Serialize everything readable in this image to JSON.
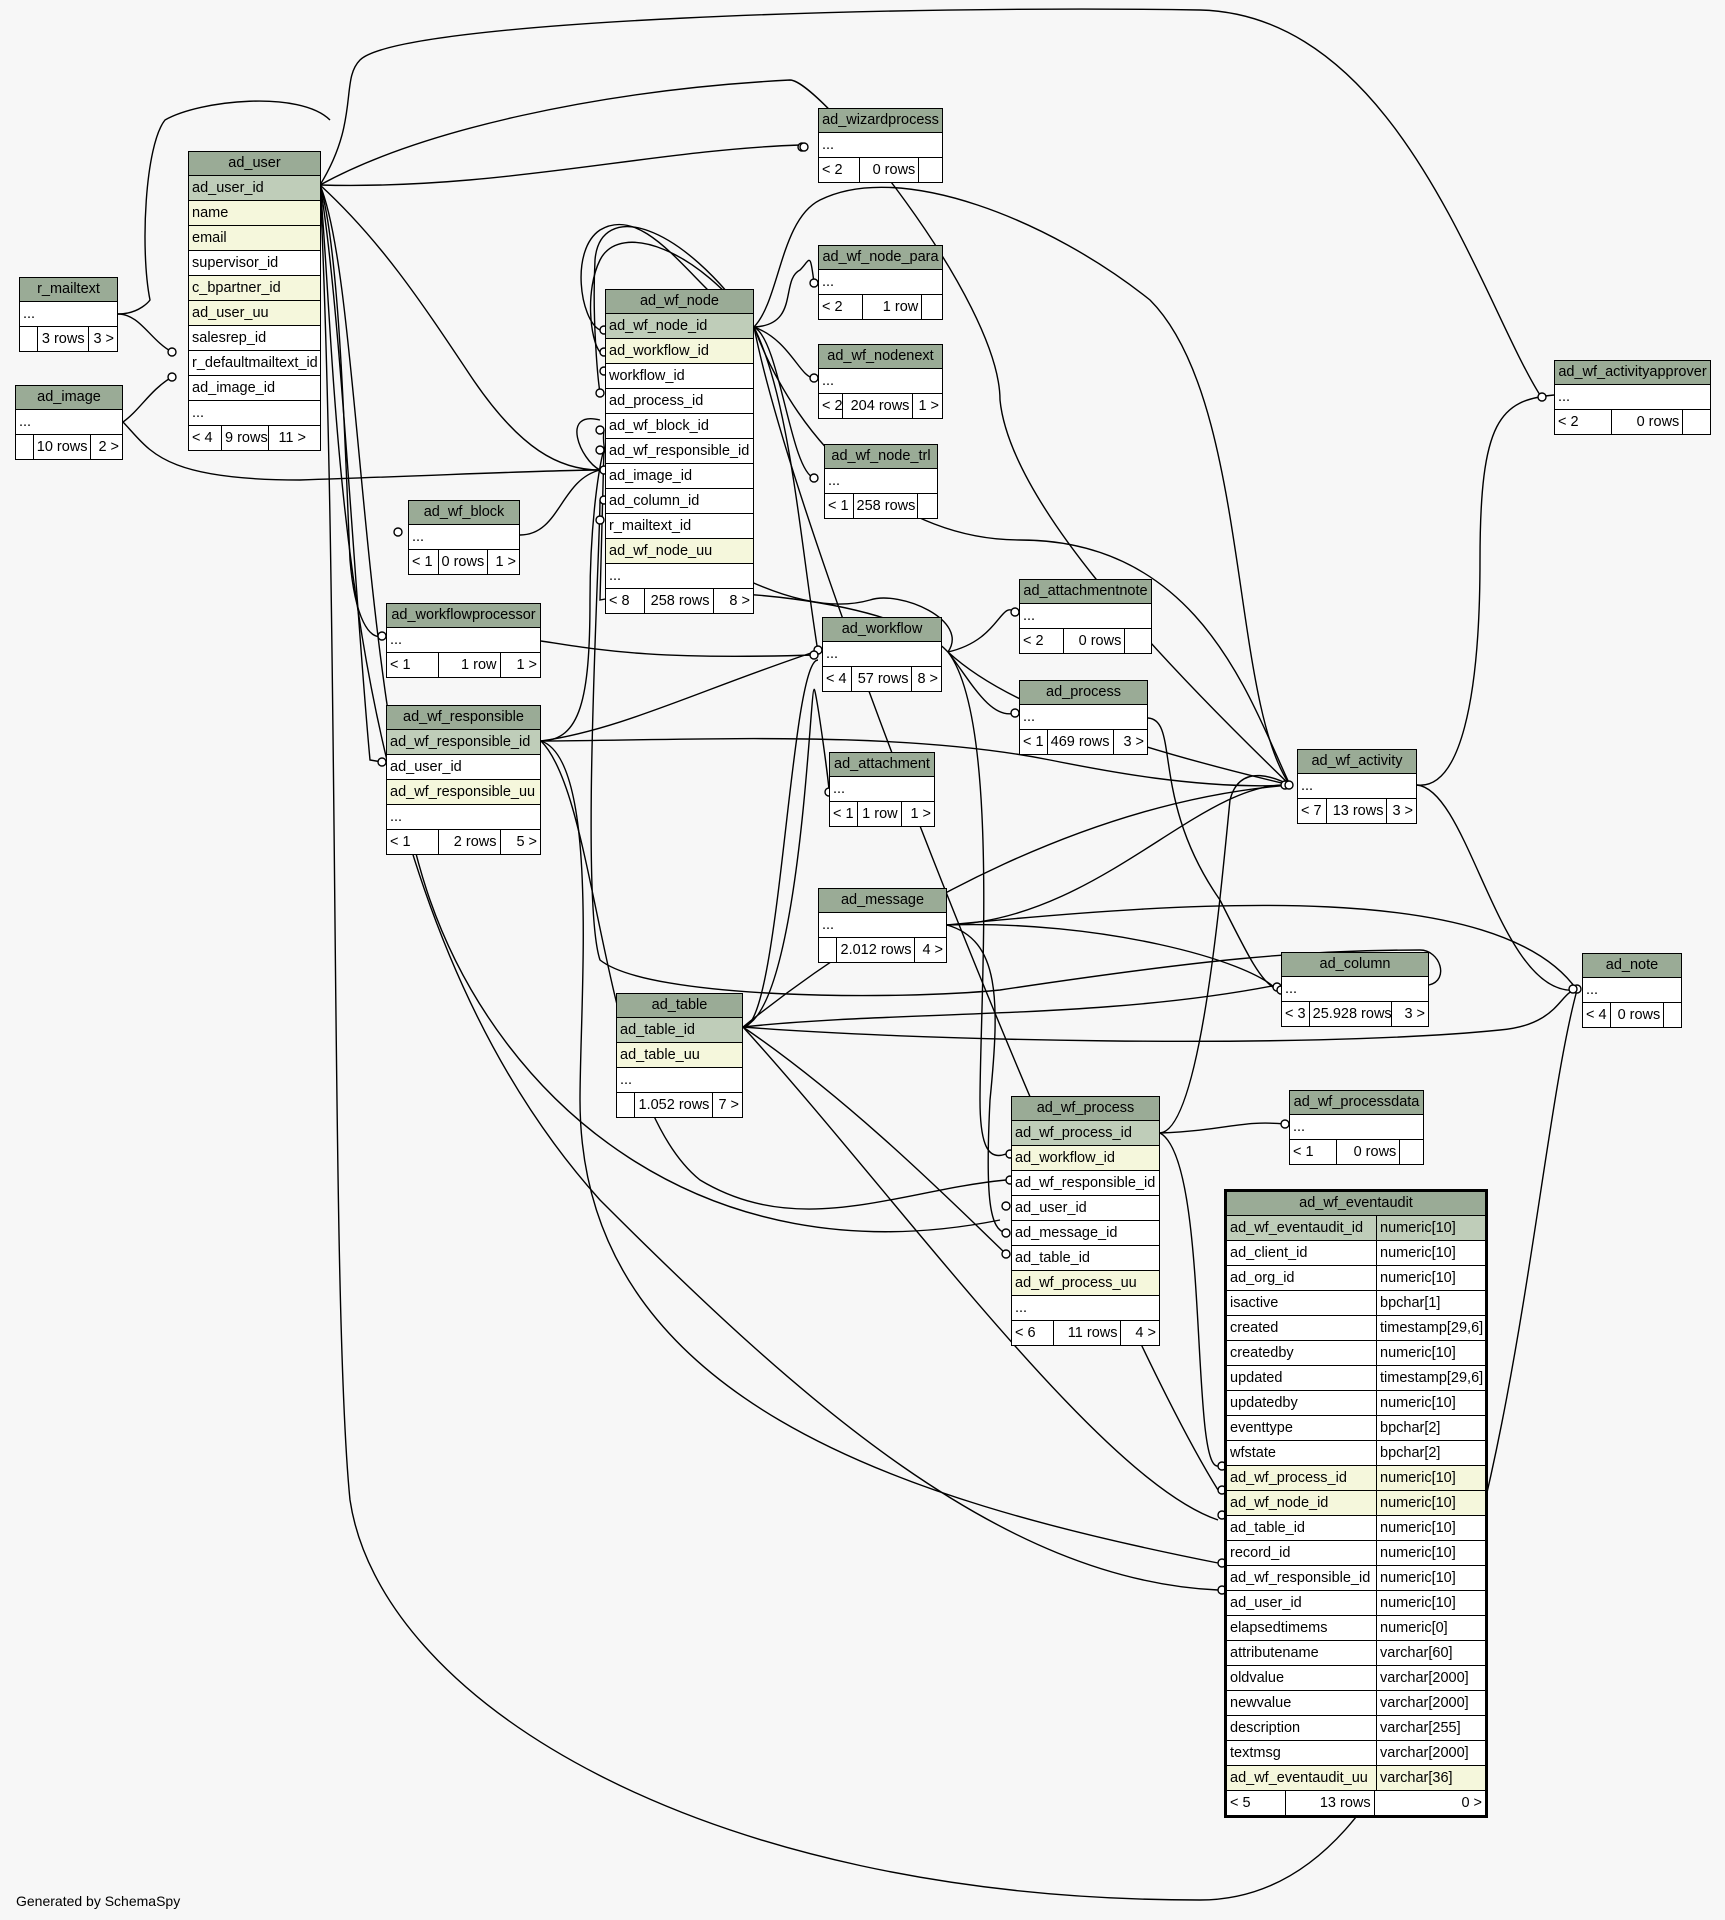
{
  "footer": "Generated by SchemaSpy",
  "tables": {
    "ad_user": {
      "name": "ad_user",
      "rows": [
        {
          "t": "ad_user_id",
          "k": "pk"
        },
        {
          "t": "name",
          "k": "idx"
        },
        {
          "t": "email",
          "k": "idx"
        },
        {
          "t": "supervisor_id",
          "k": ""
        },
        {
          "t": "c_bpartner_id",
          "k": "idx"
        },
        {
          "t": "ad_user_uu",
          "k": "idx"
        },
        {
          "t": "salesrep_id",
          "k": ""
        },
        {
          "t": "r_defaultmailtext_id",
          "k": ""
        },
        {
          "t": "ad_image_id",
          "k": ""
        },
        {
          "t": "...",
          "k": ""
        }
      ],
      "foot": [
        "< 4",
        "9 rows",
        "11 >"
      ]
    },
    "r_mailtext": {
      "name": "r_mailtext",
      "rows": [
        {
          "t": "...",
          "k": ""
        }
      ],
      "foot": [
        "",
        "3 rows",
        "3 >"
      ]
    },
    "ad_image": {
      "name": "ad_image",
      "rows": [
        {
          "t": "...",
          "k": ""
        }
      ],
      "foot": [
        "",
        "10 rows",
        "2 >"
      ]
    },
    "ad_wizardprocess": {
      "name": "ad_wizardprocess",
      "rows": [
        {
          "t": "...",
          "k": ""
        }
      ],
      "foot": [
        "< 2",
        "0 rows",
        ""
      ]
    },
    "ad_wf_node_para": {
      "name": "ad_wf_node_para",
      "rows": [
        {
          "t": "...",
          "k": ""
        }
      ],
      "foot": [
        "< 2",
        "1 row",
        ""
      ]
    },
    "ad_wf_nodenext": {
      "name": "ad_wf_nodenext",
      "rows": [
        {
          "t": "...",
          "k": ""
        }
      ],
      "foot": [
        "< 2",
        "204 rows",
        "1 >"
      ]
    },
    "ad_wf_node_trl": {
      "name": "ad_wf_node_trl",
      "rows": [
        {
          "t": "...",
          "k": ""
        }
      ],
      "foot": [
        "< 1",
        "258 rows",
        ""
      ]
    },
    "ad_wf_node": {
      "name": "ad_wf_node",
      "rows": [
        {
          "t": "ad_wf_node_id",
          "k": "pk"
        },
        {
          "t": "ad_workflow_id",
          "k": "idx"
        },
        {
          "t": "workflow_id",
          "k": ""
        },
        {
          "t": "ad_process_id",
          "k": ""
        },
        {
          "t": "ad_wf_block_id",
          "k": ""
        },
        {
          "t": "ad_wf_responsible_id",
          "k": ""
        },
        {
          "t": "ad_image_id",
          "k": ""
        },
        {
          "t": "ad_column_id",
          "k": ""
        },
        {
          "t": "r_mailtext_id",
          "k": ""
        },
        {
          "t": "ad_wf_node_uu",
          "k": "idx"
        },
        {
          "t": "...",
          "k": ""
        }
      ],
      "foot": [
        "< 8",
        "258 rows",
        "8 >"
      ]
    },
    "ad_wf_block": {
      "name": "ad_wf_block",
      "rows": [
        {
          "t": "...",
          "k": ""
        }
      ],
      "foot": [
        "< 1",
        "0 rows",
        "1 >"
      ]
    },
    "ad_workflowprocessor": {
      "name": "ad_workflowprocessor",
      "rows": [
        {
          "t": "...",
          "k": ""
        }
      ],
      "foot": [
        "< 1",
        "1 row",
        "1 >"
      ]
    },
    "ad_wf_responsible": {
      "name": "ad_wf_responsible",
      "rows": [
        {
          "t": "ad_wf_responsible_id",
          "k": "pk"
        },
        {
          "t": "ad_user_id",
          "k": ""
        },
        {
          "t": "ad_wf_responsible_uu",
          "k": "idx"
        },
        {
          "t": "...",
          "k": ""
        }
      ],
      "foot": [
        "< 1",
        "2 rows",
        "5 >"
      ]
    },
    "ad_workflow": {
      "name": "ad_workflow",
      "rows": [
        {
          "t": "...",
          "k": ""
        }
      ],
      "foot": [
        "< 4",
        "57 rows",
        "8 >"
      ]
    },
    "ad_attachmentnote": {
      "name": "ad_attachmentnote",
      "rows": [
        {
          "t": "...",
          "k": ""
        }
      ],
      "foot": [
        "< 2",
        "0 rows",
        ""
      ]
    },
    "ad_process": {
      "name": "ad_process",
      "rows": [
        {
          "t": "...",
          "k": ""
        }
      ],
      "foot": [
        "< 1",
        "469 rows",
        "3 >"
      ]
    },
    "ad_attachment": {
      "name": "ad_attachment",
      "rows": [
        {
          "t": "...",
          "k": ""
        }
      ],
      "foot": [
        "< 1",
        "1 row",
        "1 >"
      ]
    },
    "ad_wf_activityapprover": {
      "name": "ad_wf_activityapprover",
      "rows": [
        {
          "t": "...",
          "k": ""
        }
      ],
      "foot": [
        "< 2",
        "0 rows",
        ""
      ]
    },
    "ad_wf_activity": {
      "name": "ad_wf_activity",
      "rows": [
        {
          "t": "...",
          "k": ""
        }
      ],
      "foot": [
        "< 7",
        "13 rows",
        "3 >"
      ]
    },
    "ad_message": {
      "name": "ad_message",
      "rows": [
        {
          "t": "...",
          "k": ""
        }
      ],
      "foot": [
        "",
        "2.012 rows",
        "4 >"
      ]
    },
    "ad_column": {
      "name": "ad_column",
      "rows": [
        {
          "t": "...",
          "k": ""
        }
      ],
      "foot": [
        "< 3",
        "25.928 rows",
        "3 >"
      ]
    },
    "ad_note": {
      "name": "ad_note",
      "rows": [
        {
          "t": "...",
          "k": ""
        }
      ],
      "foot": [
        "< 4",
        "0 rows",
        ""
      ]
    },
    "ad_table": {
      "name": "ad_table",
      "rows": [
        {
          "t": "ad_table_id",
          "k": "pk"
        },
        {
          "t": "ad_table_uu",
          "k": "idx"
        },
        {
          "t": "...",
          "k": ""
        }
      ],
      "foot": [
        "",
        "1.052 rows",
        "7 >"
      ]
    },
    "ad_wf_process": {
      "name": "ad_wf_process",
      "rows": [
        {
          "t": "ad_wf_process_id",
          "k": "pk"
        },
        {
          "t": "ad_workflow_id",
          "k": "idx"
        },
        {
          "t": "ad_wf_responsible_id",
          "k": ""
        },
        {
          "t": "ad_user_id",
          "k": ""
        },
        {
          "t": "ad_message_id",
          "k": ""
        },
        {
          "t": "ad_table_id",
          "k": ""
        },
        {
          "t": "ad_wf_process_uu",
          "k": "idx"
        },
        {
          "t": "...",
          "k": ""
        }
      ],
      "foot": [
        "< 6",
        "11 rows",
        "4 >"
      ]
    },
    "ad_wf_processdata": {
      "name": "ad_wf_processdata",
      "rows": [
        {
          "t": "...",
          "k": ""
        }
      ],
      "foot": [
        "< 1",
        "0 rows",
        ""
      ]
    },
    "ad_wf_eventaudit": {
      "name": "ad_wf_eventaudit",
      "rows": [
        {
          "t": "ad_wf_eventaudit_id",
          "y": "numeric[10]",
          "k": "pk"
        },
        {
          "t": "ad_client_id",
          "y": "numeric[10]",
          "k": ""
        },
        {
          "t": "ad_org_id",
          "y": "numeric[10]",
          "k": ""
        },
        {
          "t": "isactive",
          "y": "bpchar[1]",
          "k": ""
        },
        {
          "t": "created",
          "y": "timestamp[29,6]",
          "k": ""
        },
        {
          "t": "createdby",
          "y": "numeric[10]",
          "k": ""
        },
        {
          "t": "updated",
          "y": "timestamp[29,6]",
          "k": ""
        },
        {
          "t": "updatedby",
          "y": "numeric[10]",
          "k": ""
        },
        {
          "t": "eventtype",
          "y": "bpchar[2]",
          "k": ""
        },
        {
          "t": "wfstate",
          "y": "bpchar[2]",
          "k": ""
        },
        {
          "t": "ad_wf_process_id",
          "y": "numeric[10]",
          "k": "idx"
        },
        {
          "t": "ad_wf_node_id",
          "y": "numeric[10]",
          "k": "idx"
        },
        {
          "t": "ad_table_id",
          "y": "numeric[10]",
          "k": ""
        },
        {
          "t": "record_id",
          "y": "numeric[10]",
          "k": ""
        },
        {
          "t": "ad_wf_responsible_id",
          "y": "numeric[10]",
          "k": ""
        },
        {
          "t": "ad_user_id",
          "y": "numeric[10]",
          "k": ""
        },
        {
          "t": "elapsedtimems",
          "y": "numeric[0]",
          "k": ""
        },
        {
          "t": "attributename",
          "y": "varchar[60]",
          "k": ""
        },
        {
          "t": "oldvalue",
          "y": "varchar[2000]",
          "k": ""
        },
        {
          "t": "newvalue",
          "y": "varchar[2000]",
          "k": ""
        },
        {
          "t": "description",
          "y": "varchar[255]",
          "k": ""
        },
        {
          "t": "textmsg",
          "y": "varchar[2000]",
          "k": ""
        },
        {
          "t": "ad_wf_eventaudit_uu",
          "y": "varchar[36]",
          "k": "idx"
        }
      ],
      "foot": [
        "< 5",
        "13 rows",
        "0 >"
      ]
    }
  }
}
